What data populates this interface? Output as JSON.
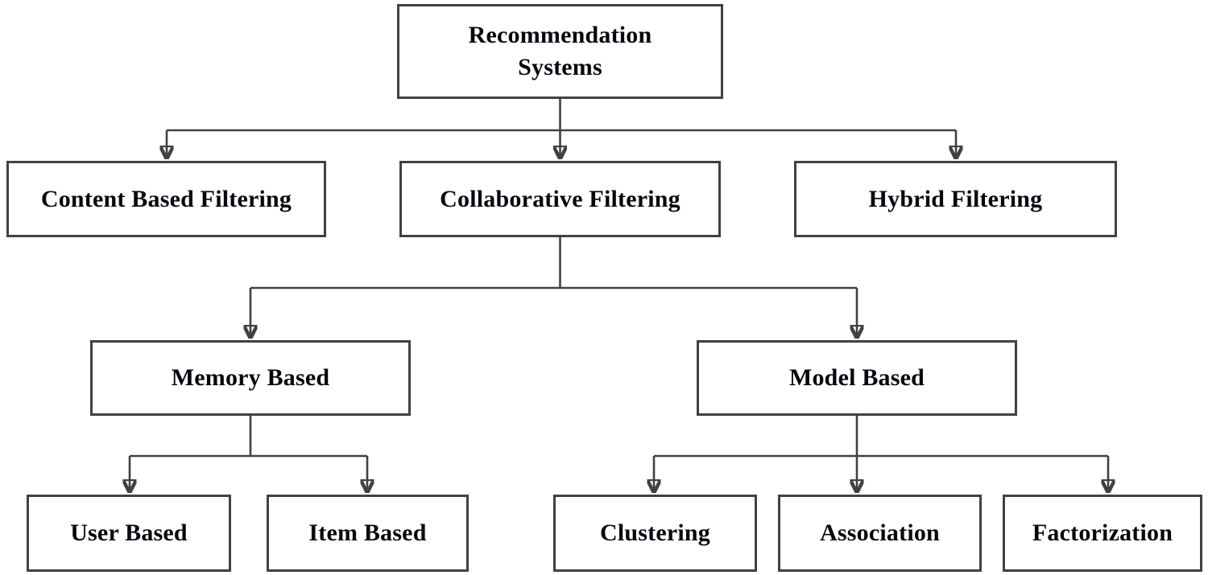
{
  "diagram": {
    "type": "tree-flowchart",
    "background": "#ffffff",
    "colors": {
      "box_border": "#414141",
      "connector_line": "#414141",
      "arrowhead": "#111111",
      "text": "#06060e"
    },
    "nodes": {
      "root": "Recommendation\nSystems",
      "content_based": "Content Based Filtering",
      "collaborative": "Collaborative Filtering",
      "hybrid": "Hybrid Filtering",
      "memory": "Memory Based",
      "model": "Model Based",
      "user_based": "User Based",
      "item_based": "Item Based",
      "clustering": "Clustering",
      "association": "Association",
      "factorization": "Factorization"
    },
    "edges": [
      {
        "from": "Recommendation Systems",
        "to": "Content Based Filtering"
      },
      {
        "from": "Recommendation Systems",
        "to": "Collaborative Filtering"
      },
      {
        "from": "Recommendation Systems",
        "to": "Hybrid Filtering"
      },
      {
        "from": "Collaborative Filtering",
        "to": "Memory Based"
      },
      {
        "from": "Collaborative Filtering",
        "to": "Model Based"
      },
      {
        "from": "Memory Based",
        "to": "User Based"
      },
      {
        "from": "Memory Based",
        "to": "Item Based"
      },
      {
        "from": "Model Based",
        "to": "Clustering"
      },
      {
        "from": "Model Based",
        "to": "Association"
      },
      {
        "from": "Model Based",
        "to": "Factorization"
      }
    ]
  }
}
